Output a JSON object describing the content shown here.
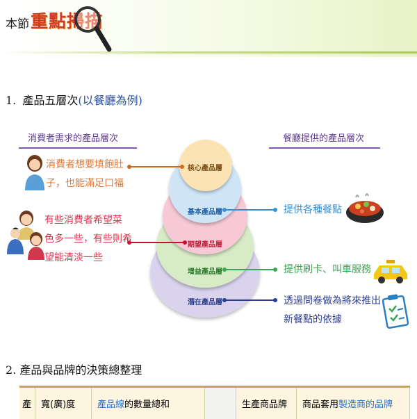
{
  "header": {
    "title_plain": "本節",
    "title_fancy": "重點掃描"
  },
  "section1": {
    "number": "1.",
    "title": "產品五層次",
    "subtitle": "(以餐廳為例)"
  },
  "left_column": {
    "heading": "消費者需求的產品層次",
    "notes": [
      {
        "lines": [
          "消費者想要填飽肚",
          "子，也能滿足口福"
        ],
        "color": "#e07a3a"
      },
      {
        "lines": [
          "有些消費者希望菜",
          "色多一些，有些則希",
          "望能清淡一些"
        ],
        "color": "#d9374f"
      }
    ]
  },
  "right_column": {
    "heading": "餐廳提供的產品層次",
    "notes": [
      {
        "lines": [
          "提供各種餐點"
        ],
        "color": "#3a8fd1"
      },
      {
        "lines": [
          "提供刷卡、叫車服務"
        ],
        "color": "#3aa552"
      },
      {
        "lines": [
          "透過問卷做為將來推出",
          "新餐點的依據"
        ],
        "color": "#2b3d8f"
      }
    ]
  },
  "layers": [
    {
      "label": "核心產品層",
      "fill": "#fbe3b4",
      "text_color": "#7a4a12",
      "connector": "#d2691e"
    },
    {
      "label": "基本產品層",
      "fill": "#cfe5f6",
      "text_color": "#1f5fa8",
      "connector": "#3a8fd1"
    },
    {
      "label": "期望產品層",
      "fill": "#f7c9d6",
      "text_color": "#c21f3a",
      "connector": "#c8102e"
    },
    {
      "label": "增益產品層",
      "fill": "#d7ecc6",
      "text_color": "#2a7a2a",
      "connector": "#3aa552"
    },
    {
      "label": "潛在產品層",
      "fill": "#d9d3ee",
      "text_color": "#2b3d8f",
      "connector": "#2b3d8f"
    }
  ],
  "section2": {
    "number": "2.",
    "title": "產品與品牌的決策總整理"
  },
  "table": {
    "row_label": "產",
    "cells": [
      "寬(廣)度",
      "產品線",
      "的數量總和",
      "生產商品牌",
      "商品套用",
      "製造商的品牌"
    ]
  },
  "icons": {
    "magnifier": "magnifier-icon",
    "person_single": "woman-avatar-icon",
    "person_group": "family-group-icon",
    "food": "hotpot-icon",
    "taxi": "taxi-icon",
    "survey": "clipboard-survey-icon"
  }
}
